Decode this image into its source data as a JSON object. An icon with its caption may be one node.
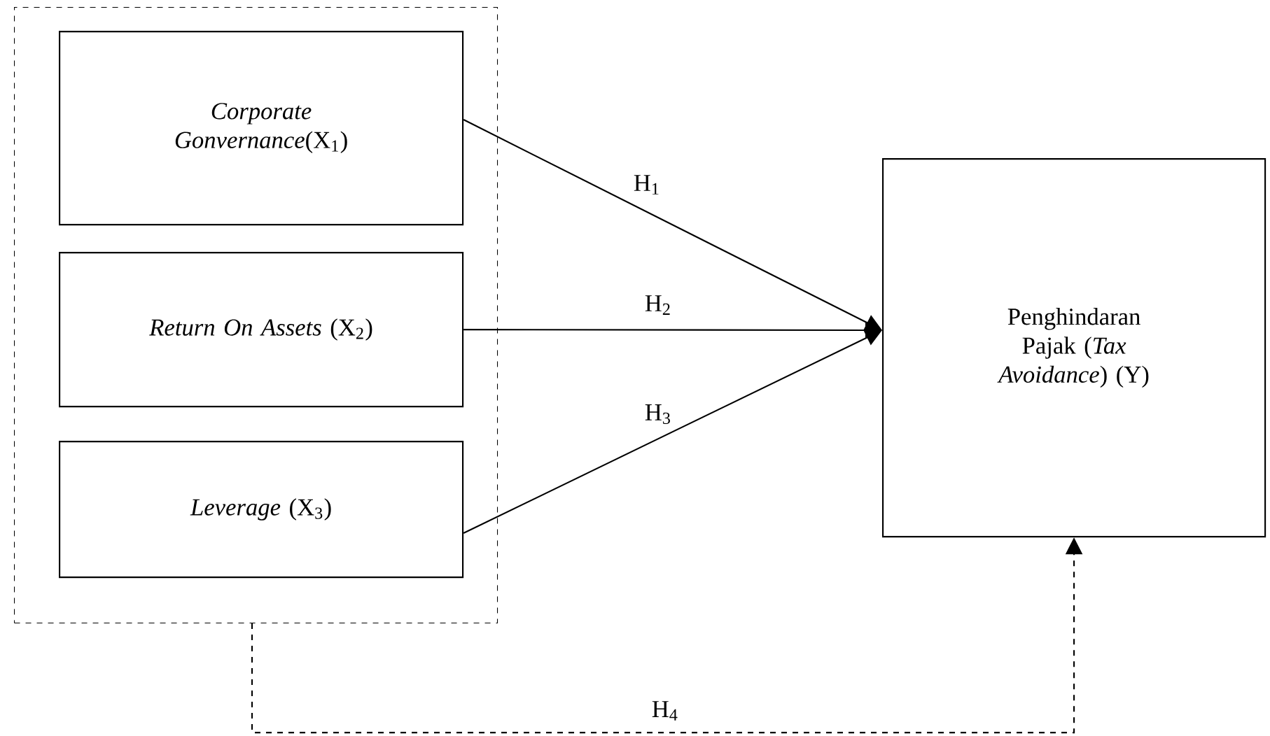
{
  "diagram": {
    "nodes": [
      {
        "text": [],
        "shape": "box"
      },
      {
        "text": [
          "*Corporate Gonvernance*(X$_{1}$)"
        ],
        "in": 0
      },
      {
        "text": [
          "*Return On Assets* (X$_{2}$)"
        ],
        "in": 0
      },
      {
        "text": [
          "*Leverage* (X$_{3}$)"
        ],
        "in": 0
      },
      {
        "text": [
          "Penghindaran Pajak (*Tax Avoidance*) (Y)"
        ]
      }
    ],
    "edges": [
      {
        "from": 1,
        "to": 4,
        "arrow": "to",
        "label": "H$_{1}$"
      },
      {
        "from": 2,
        "to": 4,
        "arrow": "to",
        "label": "H$_{2}$"
      },
      {
        "from": 3,
        "to": 4,
        "arrow": "to",
        "label": "H$_{3}$"
      },
      {
        "from": 0,
        "to": 4,
        "arrow": "to",
        "label": "H$_{4}$",
        "style": "dashed"
      }
    ]
  }
}
